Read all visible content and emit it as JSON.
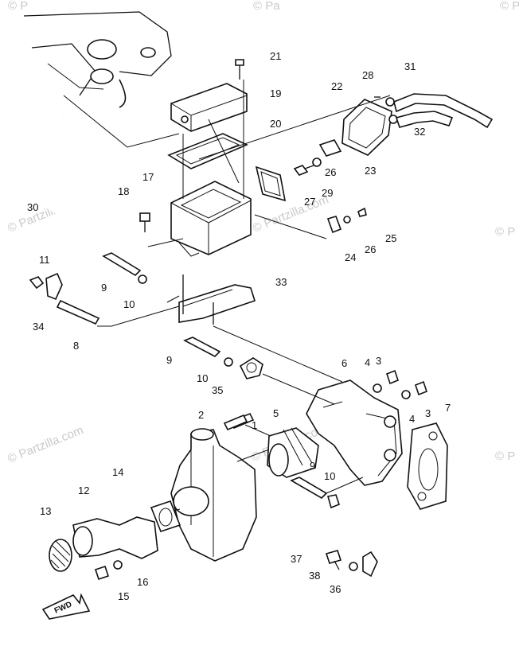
{
  "watermark": {
    "text": "© Partzilla.com",
    "edge_fragment_top_left": "© P",
    "edge_fragment_top_mid": "© Pa",
    "edge_fragment_top_right": "© P",
    "edge_fragment_right_1": "© P",
    "edge_fragment_right_2": "© P"
  },
  "fwd_label": "FWD",
  "callouts": [
    "1",
    "2",
    "3",
    "3",
    "4",
    "4",
    "5",
    "6",
    "7",
    "8",
    "9",
    "9",
    "9",
    "10",
    "10",
    "10",
    "11",
    "12",
    "13",
    "14",
    "15",
    "16",
    "17",
    "18",
    "19",
    "20",
    "21",
    "22",
    "23",
    "24",
    "25",
    "26",
    "26",
    "27",
    "28",
    "29",
    "30",
    "31",
    "32",
    "33",
    "34",
    "35",
    "36",
    "37",
    "38"
  ]
}
